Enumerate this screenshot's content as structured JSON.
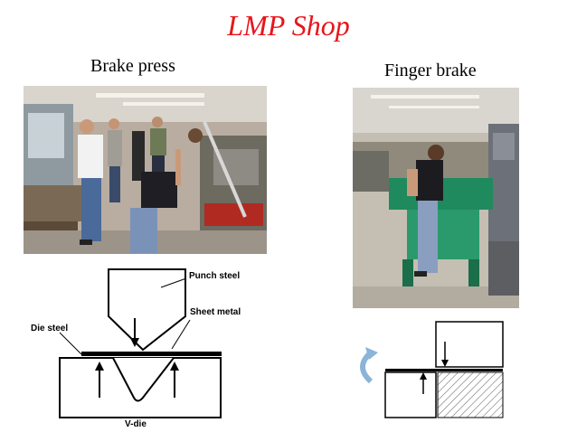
{
  "slide": {
    "title": "LMP Shop",
    "left_caption": "Brake press",
    "right_caption": "Finger brake",
    "title_color": "#e8151b"
  },
  "brake_press_diagram": {
    "punch_label": "Punch steel",
    "sheet_label": "Sheet metal",
    "die_label": "Die steel",
    "vdie_label": "V-die"
  }
}
